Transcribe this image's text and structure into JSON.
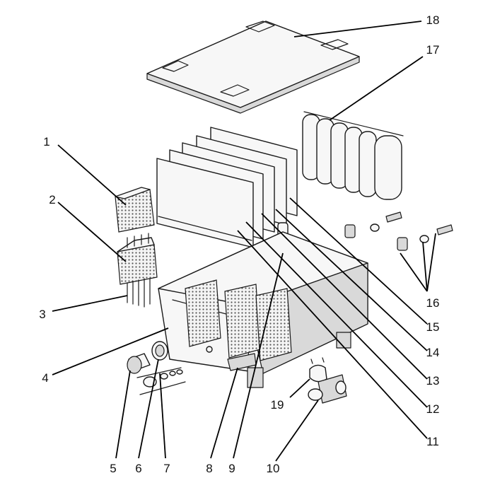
{
  "callouts": [
    {
      "id": "1",
      "label": "1"
    },
    {
      "id": "2",
      "label": "2"
    },
    {
      "id": "3",
      "label": "3"
    },
    {
      "id": "4",
      "label": "4"
    },
    {
      "id": "5",
      "label": "5"
    },
    {
      "id": "6",
      "label": "6"
    },
    {
      "id": "7",
      "label": "7"
    },
    {
      "id": "8",
      "label": "8"
    },
    {
      "id": "9",
      "label": "9"
    },
    {
      "id": "10",
      "label": "10"
    },
    {
      "id": "11",
      "label": "11"
    },
    {
      "id": "12",
      "label": "12"
    },
    {
      "id": "13",
      "label": "13"
    },
    {
      "id": "14",
      "label": "14"
    },
    {
      "id": "15",
      "label": "15"
    },
    {
      "id": "16",
      "label": "16"
    },
    {
      "id": "17",
      "label": "17"
    },
    {
      "id": "18",
      "label": "18"
    },
    {
      "id": "19",
      "label": "19"
    }
  ],
  "colors": {
    "line": "#1a1a1a",
    "part_fill": "#f7f7f7",
    "shade": "#d9d9d9",
    "background": "#ffffff"
  }
}
